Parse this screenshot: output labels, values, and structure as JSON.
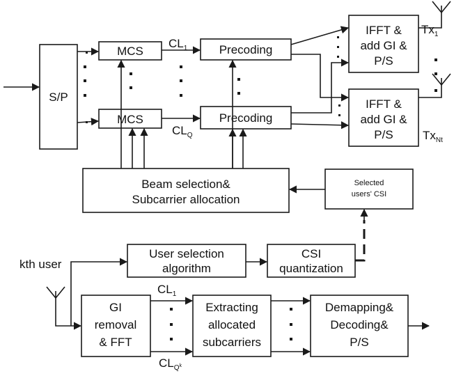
{
  "blocks": {
    "sp": "S/P",
    "mcs_1": "MCS",
    "mcs_q": "MCS",
    "precoding_1": "Precoding",
    "precoding_q": "Precoding",
    "ifft_1": [
      "IFFT &",
      "add GI &",
      "P/S"
    ],
    "ifft_nt": [
      "IFFT &",
      "add GI &",
      "P/S"
    ],
    "beam_selection": [
      "Beam selection&",
      "Subcarrier allocation"
    ],
    "selected_csi": [
      "Selected",
      "users' CSI"
    ],
    "user_selection": [
      "User selection",
      "algorithm"
    ],
    "csi_quantization": [
      "CSI",
      "quantization"
    ],
    "gi_removal": [
      "GI",
      "removal",
      "& FFT"
    ],
    "extracting": [
      "Extracting",
      "allocated",
      "subcarriers"
    ],
    "demapping": [
      "Demapping&",
      "Decoding&",
      "P/S"
    ]
  },
  "labels": {
    "cl_top": {
      "main": "CL",
      "sub": "1"
    },
    "cl_bottom": {
      "main": "CL",
      "sub": "Q"
    },
    "tx_top": {
      "main": "Tx",
      "sub": "1"
    },
    "tx_bottom": {
      "main": "Tx",
      "sub": "Nt"
    },
    "kth_user": "kth user",
    "rx_cl_top": {
      "main": "CL",
      "sub": "1"
    },
    "rx_cl_bottom": {
      "main": "CL",
      "sub": "Q",
      "subsub": "k"
    }
  },
  "colors": {
    "line": "#1a1a1a",
    "fill": "#ffffff"
  }
}
